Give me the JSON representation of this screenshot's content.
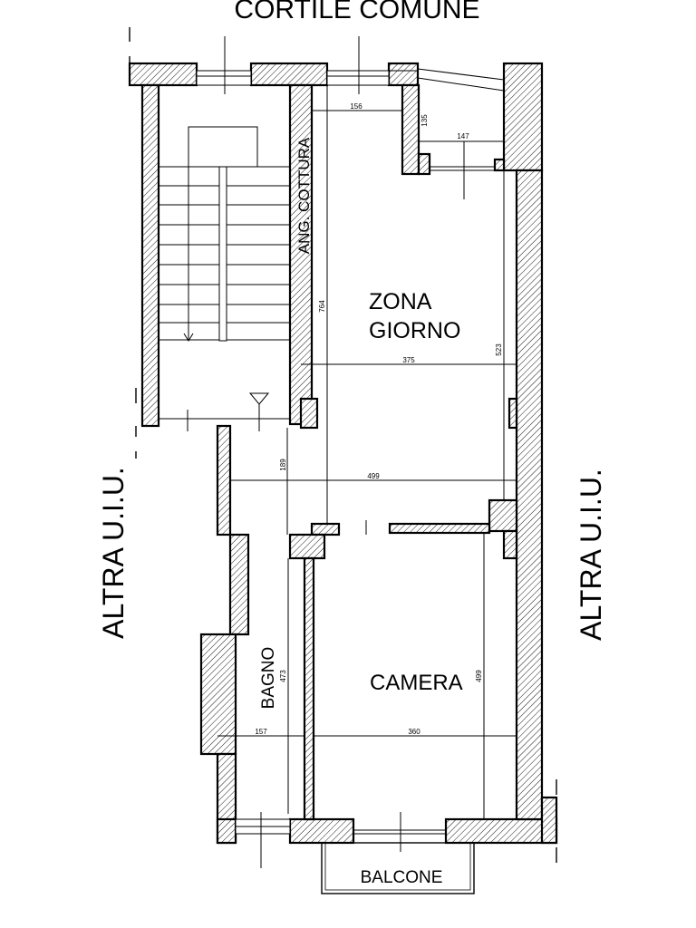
{
  "labels": {
    "courtyard": "CORTILE COMUNE",
    "left_neighbor": "ALTRA U.I.U.",
    "right_neighbor": "ALTRA U.I.U.",
    "kitchenette": "ANG. COTTURA",
    "living_line1": "ZONA",
    "living_line2": "GIORNO",
    "bedroom": "CAMERA",
    "bathroom": "BAGNO",
    "balcony": "BALCONE"
  },
  "dimensions": {
    "d156": "156",
    "d135": "135",
    "d147": "147",
    "d764": "764",
    "d523": "523",
    "d375": "375",
    "d189": "189",
    "d499_h": "499",
    "d473": "473",
    "d499_v": "499",
    "d157": "157",
    "d360": "360"
  },
  "colors": {
    "line": "#000000",
    "background": "#ffffff"
  }
}
